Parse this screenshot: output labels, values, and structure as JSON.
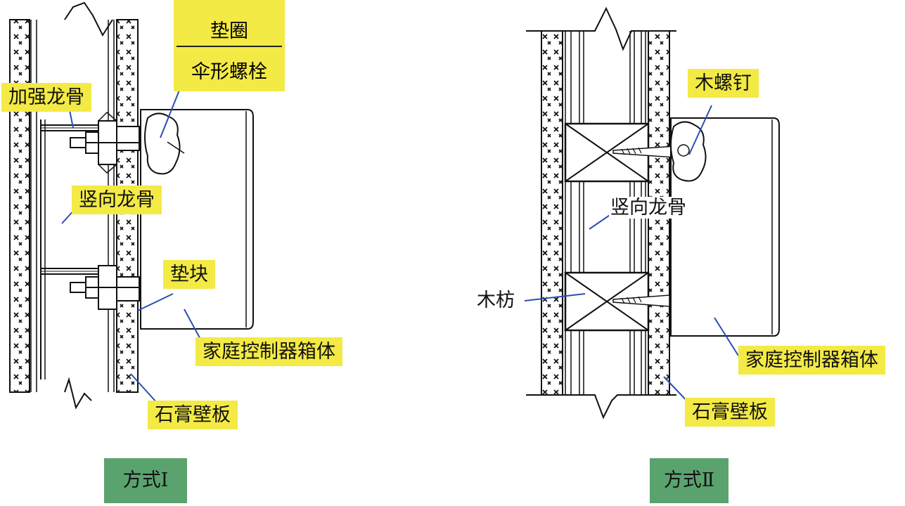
{
  "colors": {
    "label_fill": "#f3ea45",
    "caption_fill": "#5aa36e",
    "leader_line": "#2b4fae",
    "ink": "#111111"
  },
  "method1": {
    "caption": "方式Ⅰ",
    "washer_label": "垫圈",
    "bolt_label": "伞形螺栓",
    "reinforcing_keel_label": "加强龙骨",
    "vertical_keel_label": "竖向龙骨",
    "spacer_label": "垫块",
    "box_label": "家庭控制器箱体",
    "gypsum_label": "石膏壁板"
  },
  "method2": {
    "caption": "方式Ⅱ",
    "wood_screw_label": "木螺钉",
    "vertical_keel_label": "竖向龙骨",
    "timber_label": "木枋",
    "box_label": "家庭控制器箱体",
    "gypsum_label": "石膏壁板"
  }
}
